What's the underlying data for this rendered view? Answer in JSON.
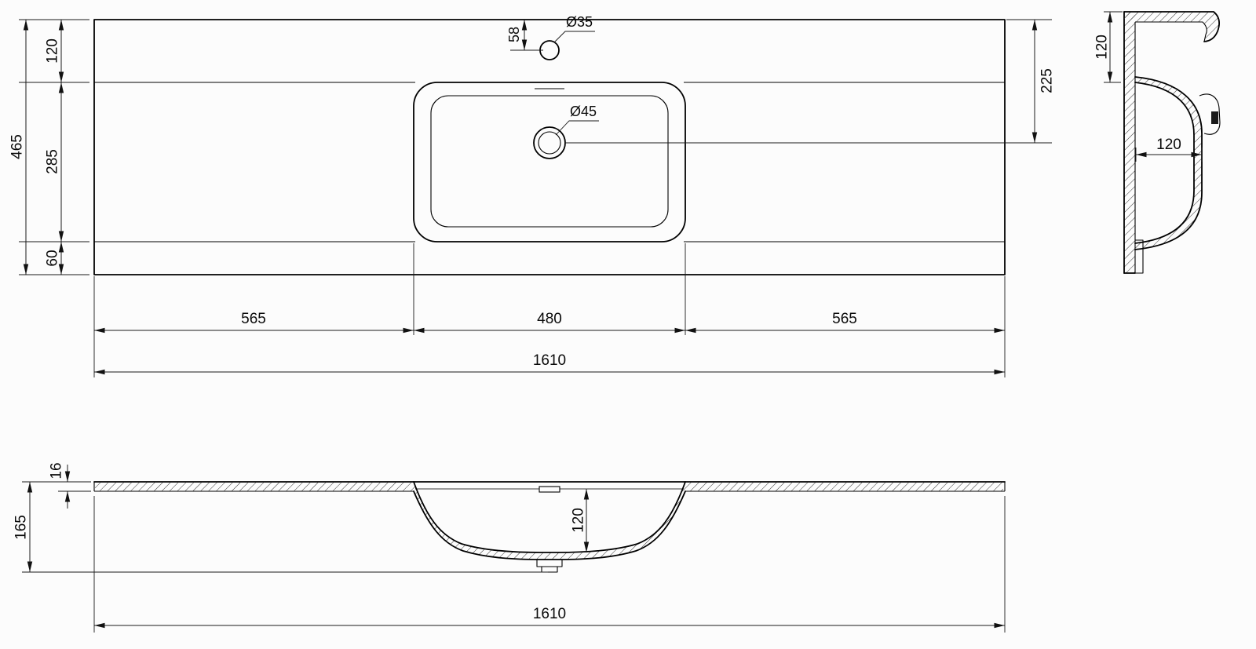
{
  "colors": {
    "line": "#000000",
    "background": "#fcfcfc",
    "hatch": "#333333"
  },
  "top_view": {
    "overall_length": "1610",
    "overall_depth": "465",
    "back_strip_depth": "120",
    "basin_zone_depth": "285",
    "front_strip_depth": "60",
    "left_segment": "565",
    "basin_segment": "480",
    "right_segment": "565",
    "faucet_offset": "58",
    "faucet_hole_dia": "Ø35",
    "drain_hole_dia": "Ø45",
    "drain_offset": "225"
  },
  "side_view": {
    "edge_strip_depth": "120",
    "basin_depth": "120"
  },
  "front_section": {
    "slab_thickness": "16",
    "overall_height": "165",
    "basin_inner_depth": "120",
    "overall_length": "1610"
  }
}
